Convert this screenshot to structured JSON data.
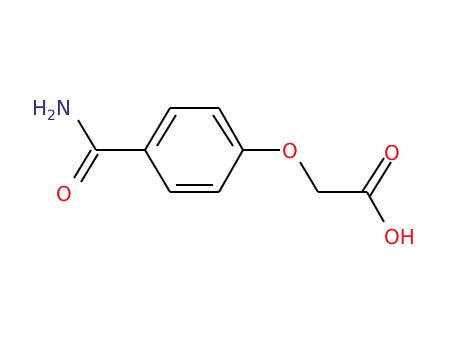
{
  "molecule": {
    "atoms": {
      "amine_h": "H",
      "amine_sub": "2",
      "amine_n": "N",
      "carbonyl_o_amide": "O",
      "ether_o": "O",
      "carbonyl_o_acid": "O",
      "hydroxyl": "OH"
    },
    "colors": {
      "bond": "#000000",
      "nitrogen": "#30307a",
      "oxygen": "#e0141e"
    }
  }
}
